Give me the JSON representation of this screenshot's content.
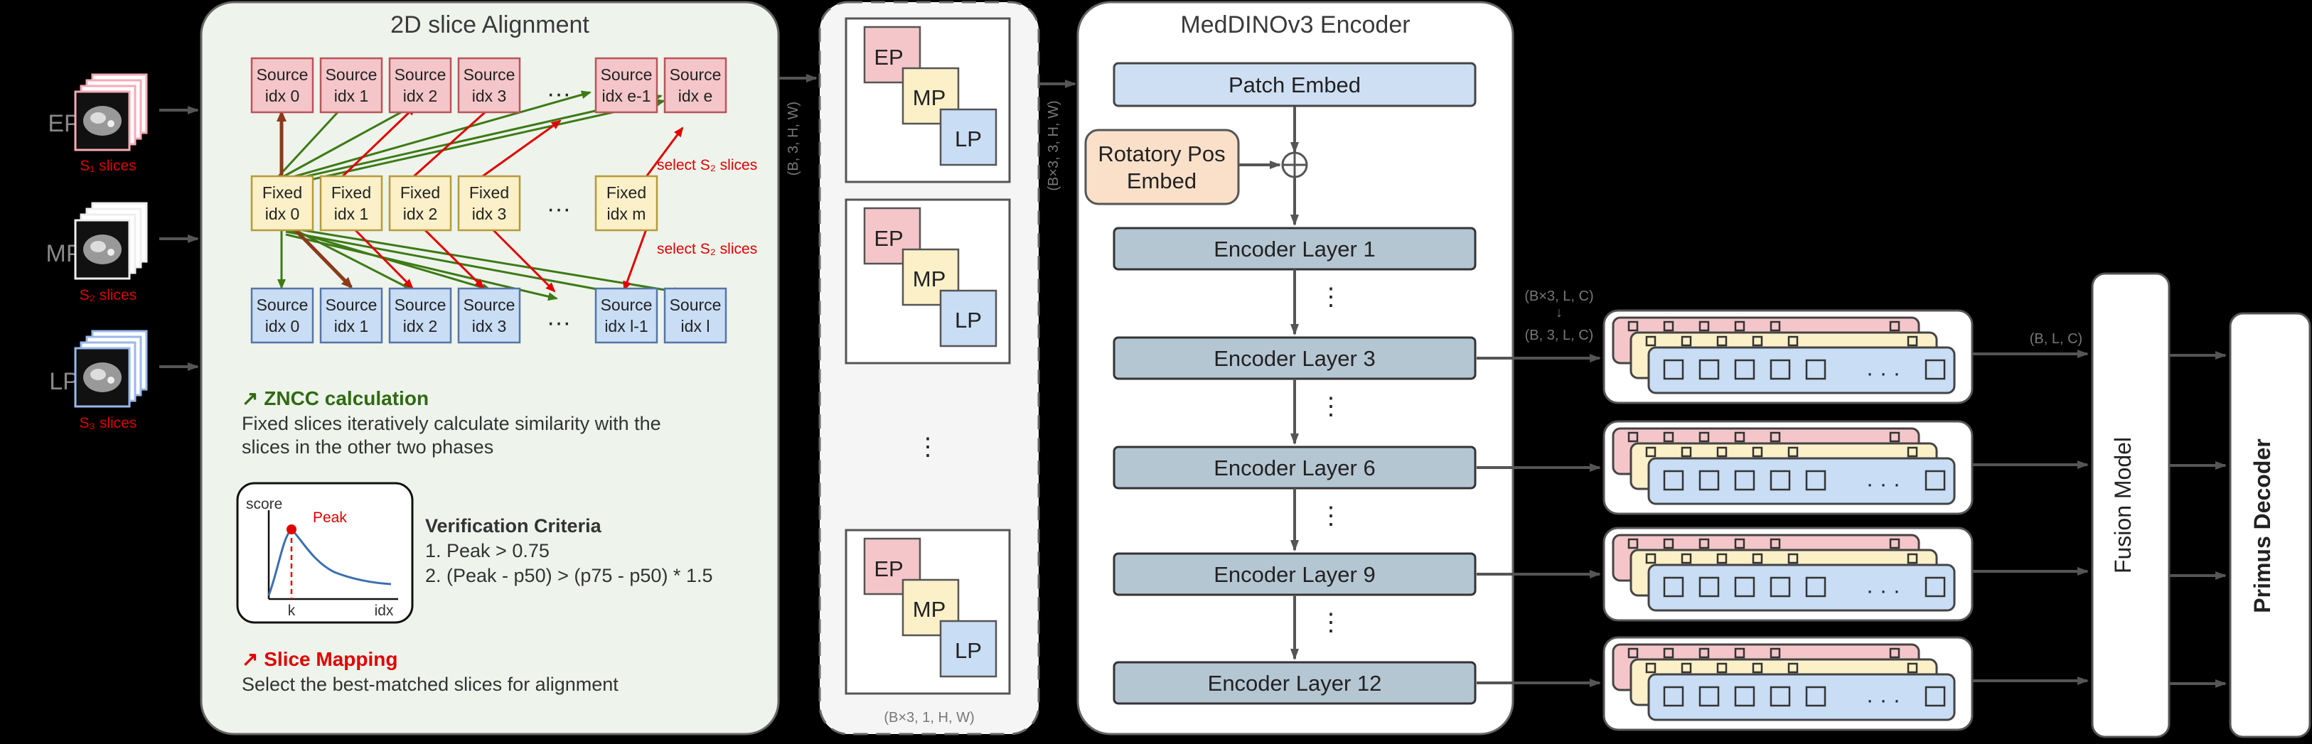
{
  "alignment": {
    "title": "2D slice Alignment",
    "source_top": [
      [
        "Source",
        "idx 0"
      ],
      [
        "Source",
        "idx 1"
      ],
      [
        "Source",
        "idx 2"
      ],
      [
        "Source",
        "idx 3"
      ],
      [
        "Source",
        "idx e-1"
      ],
      [
        "Source",
        "idx e"
      ]
    ],
    "fixed": [
      [
        "Fixed",
        "idx 0"
      ],
      [
        "Fixed",
        "idx 1"
      ],
      [
        "Fixed",
        "idx 2"
      ],
      [
        "Fixed",
        "idx 3"
      ],
      [
        "Fixed",
        "idx m"
      ]
    ],
    "source_bottom": [
      [
        "Source",
        "idx 0"
      ],
      [
        "Source",
        "idx 1"
      ],
      [
        "Source",
        "idx 2"
      ],
      [
        "Source",
        "idx 3"
      ],
      [
        "Source",
        "idx l-1"
      ],
      [
        "Source",
        "idx l"
      ]
    ],
    "ellipsis": "···",
    "select_top": "select S₂ slices",
    "select_bottom": "select S₂ slices",
    "zncc_title": "↗ ZNCC calculation",
    "zncc_text_1": "Fixed slices iteratively calculate similarity with the",
    "zncc_text_2": "slices in the other two phases",
    "plot_score": "score",
    "plot_peak": "Peak",
    "plot_k": "k",
    "plot_idx": "idx",
    "criteria_title": "Verification Criteria",
    "criteria_1": "1. Peak > 0.75",
    "criteria_2": "2. (Peak - p50) > (p75 - p50) * 1.5",
    "mapping_title": "↗ Slice Mapping",
    "mapping_text": "Select the best-matched slices for alignment"
  },
  "phases": [
    {
      "label": "EP",
      "slices": "S₁ slices"
    },
    {
      "label": "MP",
      "slices": "S₂ slices"
    },
    {
      "label": "LP",
      "slices": "S₃ slices"
    }
  ],
  "dims": {
    "input": "(B, 3, H, W)",
    "stacked": "(B×3, 1, H, W)",
    "encoder_in": "(B×3, 3, H, W)",
    "reshape_from": "(B×3, L, C)",
    "reshape_arrow": "↓",
    "reshape_to": "(B, 3, L, C)",
    "fused": "(B, L, C)"
  },
  "stack": {
    "ep": "EP",
    "mp": "MP",
    "lp": "LP",
    "vdots": "⋮"
  },
  "encoder": {
    "title": "MedDINOv3 Encoder",
    "patch_embed": "Patch Embed",
    "rotary_1": "Rotatory Pos",
    "rotary_2": "Embed",
    "layers": [
      "Encoder Layer 1",
      "Encoder Layer 3",
      "Encoder Layer 6",
      "Encoder Layer 9",
      "Encoder Layer 12"
    ],
    "vdots": "⋮"
  },
  "tokens": {
    "ellipsis": "· · ·"
  },
  "fusion": "Fusion Model",
  "decoder": "Primus Decoder",
  "colors": {
    "source_fill": "#f5c6c9",
    "source_stroke": "#b8555a",
    "fixed_fill": "#fbf0c8",
    "fixed_stroke": "#b69a3a",
    "bottom_fill": "#c9ddf5",
    "bottom_stroke": "#5575a5",
    "green_arrow": "#3d7a16",
    "red_arrow": "#e00000",
    "brown_arrow": "#8b3a1a",
    "panel_fill": "#eef4ec",
    "encoder_layer_fill": "#b5c6d3",
    "patch_fill": "#cfdff3",
    "rotary_fill": "#fbe0c9"
  }
}
